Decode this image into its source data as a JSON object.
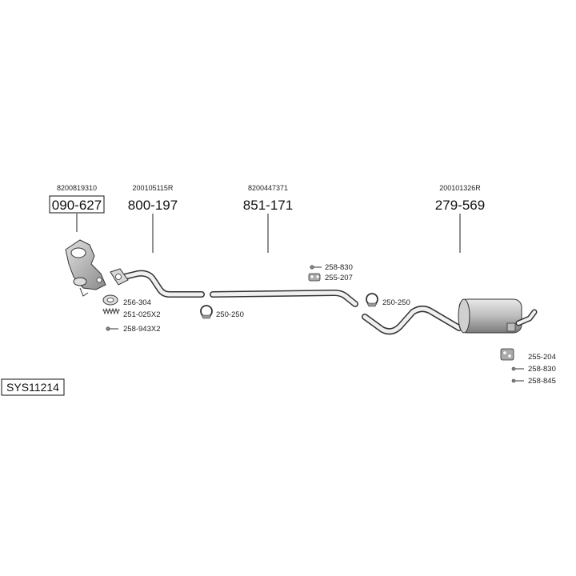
{
  "system_code": "SYS11214",
  "parts": [
    {
      "oem": "8200819310",
      "number": "090-627",
      "boxed": true
    },
    {
      "oem": "200105115R",
      "number": "800-197",
      "boxed": false
    },
    {
      "oem": "8200447371",
      "number": "851-171",
      "boxed": false
    },
    {
      "oem": "200101326R",
      "number": "279-569",
      "boxed": false
    }
  ],
  "accessories": {
    "front": [
      "256-304",
      "251-025X2",
      "258-943X2"
    ],
    "clamp_mid": "250-250",
    "hanger_group": [
      "258-830",
      "255-207"
    ],
    "clamp_rear": "250-250",
    "rear_group": [
      "255-204",
      "258-830",
      "258-845"
    ]
  }
}
